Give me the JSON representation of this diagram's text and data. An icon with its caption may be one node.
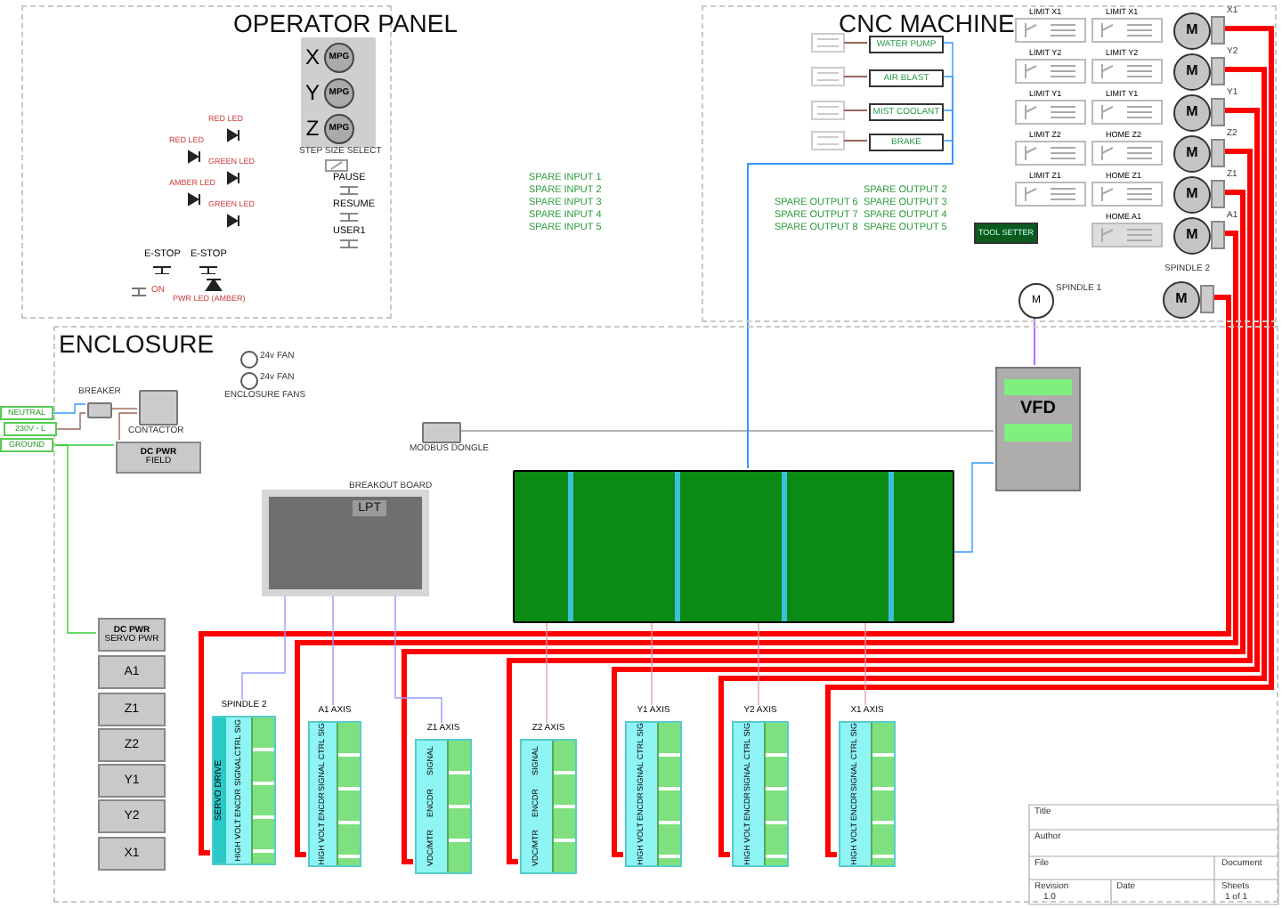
{
  "diagram": {
    "nodes": [
      {
        "text": [
          "OPERATOR PANEL"
        ]
      },
      {
        "text": [],
        "shape": "box",
        "in": 0,
        "beside": [
          "STEP SIZE SELECT"
        ]
      },
      {
        "text": [
          "X",
          "MPG"
        ],
        "in": 1
      },
      {
        "text": [
          "Y",
          "MPG"
        ],
        "in": 1
      },
      {
        "text": [
          "Z",
          "MPG"
        ],
        "in": 1
      },
      {
        "text": [
          "RED LED"
        ],
        "in": 0
      },
      {
        "text": [
          "RED LED"
        ],
        "in": 0
      },
      {
        "text": [
          "GREEN LED"
        ],
        "in": 0
      },
      {
        "text": [
          "AMBER LED"
        ],
        "in": 0
      },
      {
        "text": [
          "GREEN LED"
        ],
        "in": 0
      },
      {
        "text": [
          "E-STOP"
        ],
        "in": 0
      },
      {
        "text": [
          "E-STOP"
        ],
        "in": 0
      },
      {
        "text": [
          "ON"
        ],
        "in": 0
      },
      {
        "text": [
          "PWR LED (AMBER)"
        ],
        "in": 0
      },
      {
        "text": [
          "PAUSE"
        ],
        "in": 0
      },
      {
        "text": [
          "RESUME"
        ],
        "in": 0
      },
      {
        "text": [
          "USER1"
        ],
        "in": 0
      },
      {
        "text": [
          "CNC MACHINE"
        ]
      },
      {
        "text": [
          "WATER PUMP"
        ],
        "in": 17
      },
      {
        "text": [
          "AIR BLAST"
        ],
        "in": 17
      },
      {
        "text": [
          "MIST COOLANT"
        ],
        "in": 17
      },
      {
        "text": [
          "BRAKE"
        ],
        "in": 17
      },
      {
        "text": [
          "LIMIT X1"
        ],
        "in": 17
      },
      {
        "text": [
          "LIMIT Y2"
        ],
        "in": 17
      },
      {
        "text": [
          "LIMIT Y1"
        ],
        "in": 17
      },
      {
        "text": [
          "LIMIT Z2"
        ],
        "in": 17
      },
      {
        "text": [
          "LIMIT Z1"
        ],
        "in": 17
      },
      {
        "text": [
          "LIMIT X1"
        ],
        "in": 17
      },
      {
        "text": [
          "LIMIT Y2"
        ],
        "in": 17
      },
      {
        "text": [
          "LIMIT Y1"
        ],
        "in": 17
      },
      {
        "text": [
          "HOME Z2"
        ],
        "in": 17
      },
      {
        "text": [
          "HOME Z1"
        ],
        "in": 17
      },
      {
        "text": [
          "HOME A1"
        ],
        "in": 17
      },
      {
        "text": [
          "TOOL SETTER"
        ],
        "in": 17
      },
      {
        "text": [
          "M"
        ],
        "in": 17,
        "beside": [
          "X1"
        ]
      },
      {
        "text": [
          "M"
        ],
        "in": 17,
        "beside": [
          "Y2"
        ]
      },
      {
        "text": [
          "M"
        ],
        "in": 17,
        "beside": [
          "Y1"
        ]
      },
      {
        "text": [
          "M"
        ],
        "in": 17,
        "beside": [
          "Z2"
        ]
      },
      {
        "text": [
          "M"
        ],
        "in": 17,
        "beside": [
          "Z1"
        ]
      },
      {
        "text": [
          "M"
        ],
        "in": 17,
        "beside": [
          "A1"
        ]
      },
      {
        "text": [
          "M"
        ],
        "in": 17,
        "beside": [
          "SPINDLE 2"
        ]
      },
      {
        "text": [
          "M"
        ],
        "in": 17,
        "beside": [
          "SPINDLE 1"
        ]
      },
      {
        "text": [
          "ENCLOSURE"
        ]
      },
      {
        "text": [
          "NEUTRAL"
        ]
      },
      {
        "text": [
          "230V - L"
        ]
      },
      {
        "text": [
          "GROUND"
        ]
      },
      {
        "text": [],
        "shape": "box",
        "in": 42,
        "beside": [
          "BREAKER"
        ]
      },
      {
        "text": [],
        "shape": "box",
        "in": 42,
        "beside": [
          "CONTACTOR"
        ]
      },
      {
        "text": [
          "DC PWR",
          "FIELD"
        ],
        "in": 42
      },
      {
        "text": [],
        "shape": "circle",
        "in": 42,
        "beside": [
          "24v FAN"
        ]
      },
      {
        "text": [],
        "shape": "circle",
        "in": 42,
        "beside": [
          "24v FAN"
        ]
      },
      {
        "text": [],
        "shape": "box",
        "in": 42,
        "beside": [
          "MODBUS DONGLE"
        ]
      },
      {
        "text": [
          "LPT"
        ],
        "in": 42,
        "beside": [
          "BREAKOUT BOARD"
        ]
      },
      {
        "text": [],
        "shape": "box",
        "in": 42
      },
      {
        "text": [
          "VFD"
        ],
        "in": 42
      },
      {
        "text": [
          "DC PWR",
          "SERVO PWR"
        ],
        "in": 42
      },
      {
        "text": [
          "A1"
        ],
        "in": 42
      },
      {
        "text": [
          "Z1"
        ],
        "in": 42
      },
      {
        "text": [
          "Z2"
        ],
        "in": 42
      },
      {
        "text": [
          "Y1"
        ],
        "in": 42
      },
      {
        "text": [
          "Y2"
        ],
        "in": 42
      },
      {
        "text": [
          "X1"
        ],
        "in": 42
      },
      {
        "text": [
          "SPINDLE 2",
          "SERVO DRIVE",
          "CTRL SIG",
          "SIGNAL",
          "ENCDR",
          "HIGH VOLT"
        ],
        "in": 42
      },
      {
        "text": [
          "A1 AXIS",
          "CTRL SIG",
          "SIGNAL",
          "ENCDR",
          "HIGH VOLT"
        ],
        "in": 42
      },
      {
        "text": [
          "Z1 AXIS",
          "SIGNAL",
          "ENCDR",
          "VDC/MTR"
        ],
        "in": 42
      },
      {
        "text": [
          "Z2 AXIS",
          "SIGNAL",
          "ENCDR",
          "VDC/MTR"
        ],
        "in": 42
      },
      {
        "text": [
          "Y1 AXIS",
          "CTRL SIG",
          "SIGNAL",
          "ENCDR",
          "HIGH VOLT"
        ],
        "in": 42
      },
      {
        "text": [
          "Y2 AXIS",
          "CTRL SIG",
          "SIGNAL",
          "ENCDR",
          "HIGH VOLT"
        ],
        "in": 42
      },
      {
        "text": [
          "X1 AXIS",
          "CTRL SIG",
          "SIGNAL",
          "ENCDR",
          "HIGH VOLT"
        ],
        "in": 42
      }
    ],
    "edges": [
      {
        "from": 43,
        "to": 46,
        "arrow": "none",
        "color": "#3399ff"
      },
      {
        "from": 44,
        "to": 46,
        "arrow": "none",
        "color": "#996655"
      },
      {
        "from": 45,
        "to": 55,
        "arrow": "none",
        "color": "#33cc33"
      },
      {
        "from": 46,
        "to": 47,
        "arrow": "none",
        "color": "#996655"
      },
      {
        "from": 47,
        "to": 48,
        "arrow": "none",
        "color": "#996655"
      },
      {
        "from": 45,
        "to": 48,
        "arrow": "none",
        "color": "#33cc33"
      },
      {
        "from": 34,
        "to": 68,
        "arrow": "none",
        "style": "thick",
        "color": "#ff0000"
      },
      {
        "from": 35,
        "to": 67,
        "arrow": "none",
        "style": "thick",
        "color": "#ff0000"
      },
      {
        "from": 36,
        "to": 66,
        "arrow": "none",
        "style": "thick",
        "color": "#ff0000"
      },
      {
        "from": 37,
        "to": 65,
        "arrow": "none",
        "style": "thick",
        "color": "#ff0000"
      },
      {
        "from": 38,
        "to": 64,
        "arrow": "none",
        "style": "thick",
        "color": "#ff0000"
      },
      {
        "from": 39,
        "to": 63,
        "arrow": "none",
        "style": "thick",
        "color": "#ff0000"
      },
      {
        "from": 40,
        "to": 62,
        "arrow": "none",
        "style": "thick",
        "color": "#ff0000"
      },
      {
        "from": 54,
        "to": 41,
        "arrow": "none",
        "color": "#9933ff"
      },
      {
        "from": 53,
        "to": 54,
        "arrow": "none",
        "color": "#3399ff"
      },
      {
        "from": 51,
        "to": 54,
        "arrow": "none",
        "color": "#999999"
      },
      {
        "from": 52,
        "to": 62,
        "arrow": "none",
        "color": "#9999ff"
      },
      {
        "from": 52,
        "to": 63,
        "arrow": "none",
        "color": "#9999ff"
      },
      {
        "from": 52,
        "to": 64,
        "arrow": "none",
        "color": "#9999ff"
      },
      {
        "from": 53,
        "to": 65,
        "arrow": "none",
        "color": "#e4a0a8"
      },
      {
        "from": 53,
        "to": 66,
        "arrow": "none",
        "color": "#e4a0a8"
      },
      {
        "from": 53,
        "to": 67,
        "arrow": "none",
        "color": "#e4a0a8"
      },
      {
        "from": 53,
        "to": 68,
        "arrow": "none",
        "color": "#e4a0a8"
      },
      {
        "from": 18,
        "to": 53,
        "arrow": "none",
        "color": "#3399ff"
      },
      {
        "from": 19,
        "to": 53,
        "arrow": "none",
        "color": "#3399ff"
      },
      {
        "from": 20,
        "to": 53,
        "arrow": "none",
        "color": "#3399ff"
      },
      {
        "from": 21,
        "to": 53,
        "arrow": "none",
        "color": "#3399ff"
      }
    ],
    "labels": [
      "SPARE INPUT 1",
      "SPARE INPUT 2",
      "SPARE INPUT 3",
      "SPARE INPUT 4",
      "SPARE INPUT 5",
      "SPARE OUTPUT 6",
      "SPARE OUTPUT 7",
      "SPARE OUTPUT 8",
      "SPARE OUTPUT 2",
      "SPARE OUTPUT 3",
      "SPARE OUTPUT 4",
      "SPARE OUTPUT 5",
      "ENCLOSURE FANS",
      "Title",
      "Author",
      "File",
      "Document",
      "Revision",
      "1.0",
      "Date",
      "Sheets",
      "1 of 1"
    ]
  }
}
